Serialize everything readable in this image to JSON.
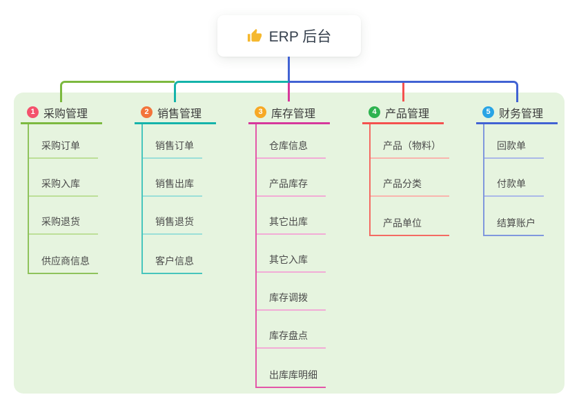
{
  "root": {
    "label": "ERP 后台",
    "icon": "thumbs-up"
  },
  "branches": [
    {
      "num": "1",
      "title": "采购管理",
      "colors": {
        "badge": "#f4516c",
        "line": "#7cb93f",
        "mid": "#8ec35b",
        "light": "#bcdf97"
      },
      "items": [
        "采购订单",
        "采购入库",
        "采购退货",
        "供应商信息"
      ]
    },
    {
      "num": "2",
      "title": "销售管理",
      "colors": {
        "badge": "#f3743b",
        "line": "#14b3aa",
        "mid": "#47c5bc",
        "light": "#9adfd8"
      },
      "items": [
        "销售订单",
        "销售出库",
        "销售退货",
        "客户信息"
      ]
    },
    {
      "num": "3",
      "title": "库存管理",
      "colors": {
        "badge": "#f7a825",
        "line": "#d6389c",
        "mid": "#e356a8",
        "light": "#f2abd6"
      },
      "items": [
        "仓库信息",
        "产品库存",
        "其它出库",
        "其它入库",
        "库存调拨",
        "库存盘点",
        "出库库明细"
      ]
    },
    {
      "num": "4",
      "title": "产品管理",
      "colors": {
        "badge": "#2eb350",
        "line": "#f4514e",
        "mid": "#f46a62",
        "light": "#f9b4ad"
      },
      "items": [
        "产品（物料）",
        "产品分类",
        "产品单位"
      ]
    },
    {
      "num": "5",
      "title": "财务管理",
      "colors": {
        "badge": "#29a4e5",
        "line": "#4162d3",
        "mid": "#7f97dd",
        "light": "#aab8e8"
      },
      "items": [
        "回款单",
        "付款单",
        "结算账户"
      ]
    }
  ],
  "canvas": {
    "background": "#ffffff",
    "panel_color": "#e6f4df",
    "icon_color": "#f5b82e"
  }
}
